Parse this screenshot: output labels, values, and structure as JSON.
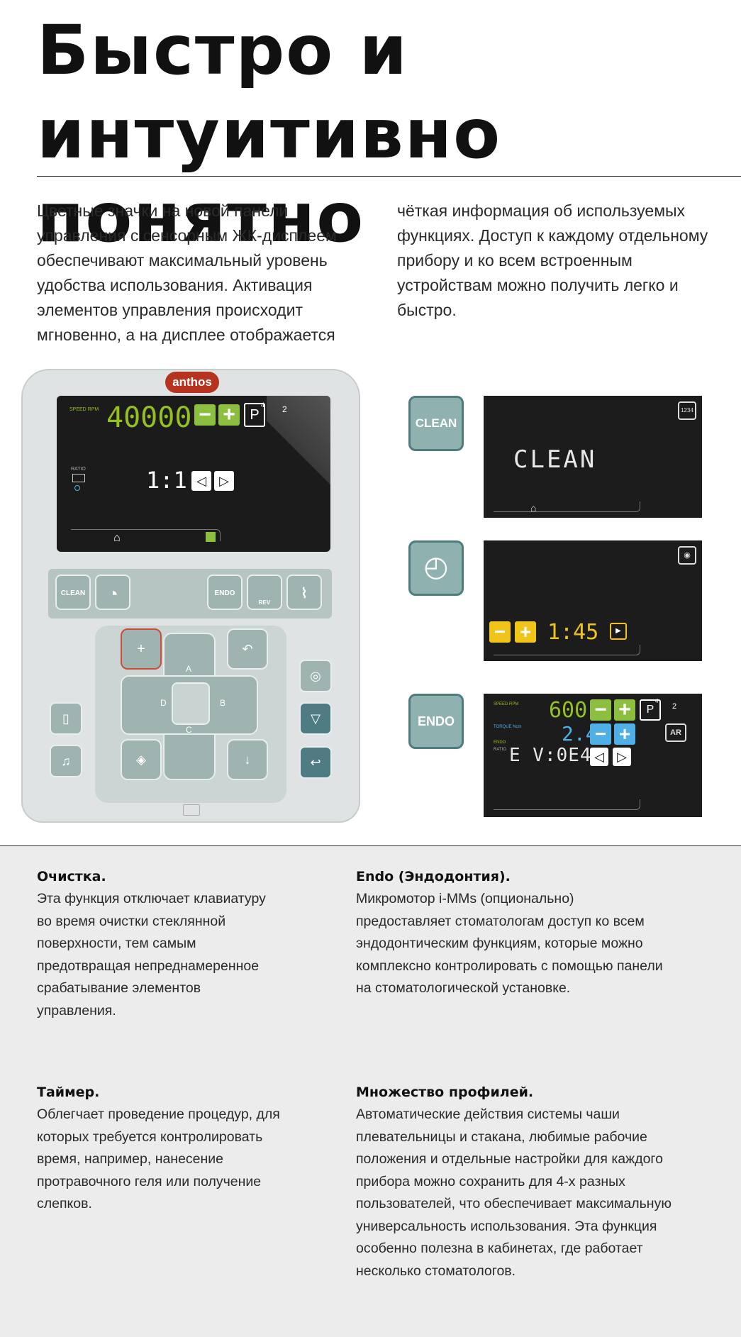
{
  "title": "Быстро и интуитивно понятно",
  "intro": {
    "col1": "Цветные значки на новой панели управления с сенсорным ЖК-дисплеем обеспечивают максимальный уровень удобства использования. Активация элементов управления происходит мгновенно, а на дисплее отображается",
    "col2": "чёткая информация об используемых функциях. Доступ к каждому отдельному прибору и ко всем встроенным устройствам можно получить легко и быстро."
  },
  "panel": {
    "brand": "anthos",
    "speed_label": "SPEED RPM",
    "speed_value": "40000",
    "ratio_label": "RATIO",
    "ratio_value": "1:1",
    "profile_number": "4",
    "profile_letter": "P",
    "profile_index": "2",
    "keys": {
      "clean": "CLEAN",
      "endo": "ENDO",
      "rev": "REV"
    },
    "cross": {
      "a": "A",
      "b": "B",
      "c": "C",
      "d": "D"
    }
  },
  "displays": {
    "clean_tile": "CLEAN",
    "clean_screen_text": "CLEAN",
    "clean_corner": "1234",
    "timer_value": "1:45",
    "endo_tile": "ENDO",
    "endo_speed": "600",
    "endo_torque": "2.4",
    "endo_ratio": "E V:0E4",
    "endo_speed_label": "SPEED RPM",
    "endo_torque_label": "TORQUE Ncm",
    "endo_label": "ENDO",
    "endo_ratio_label": "RATIO",
    "endo_profile_letter": "P",
    "endo_profile_number": "4",
    "endo_profile_index": "2",
    "endo_ar": "AR"
  },
  "features": {
    "clean": {
      "heading": "Очистка.",
      "text": "Эта функция отключает клавиатуру во время очистки стеклянной поверхности, тем самым предотвращая непреднамеренное срабатывание элементов управления."
    },
    "timer": {
      "heading": "Таймер.",
      "text": "Облегчает проведение процедур, для которых требуется контролировать время, например, нанесение протравочного геля или получение слепков."
    },
    "endo": {
      "heading": "Endo (Эндодонтия).",
      "text": "Микромотор i-MMs (опционально) предоставляет стоматологам доступ ко всем эндодонтическим функциям, которые можно комплексно контролировать с помощью панели на стоматологической установке."
    },
    "profiles": {
      "heading": "Множество профилей.",
      "text": "Автоматические действия системы чаши плевательницы и стакана, любимые рабочие положения и отдельные настройки для каждого прибора можно сохранить для 4-х разных пользователей, что обеспечивает максимальную универсальность использования. Эта функция особенно полезна в кабинетах, где работает несколько стоматологов."
    }
  },
  "colors": {
    "green": "#95c11f",
    "teal": "#8fb2b1",
    "yellow": "#f0c419",
    "blue": "#4fb0e6",
    "brand_red": "#b5331f"
  }
}
